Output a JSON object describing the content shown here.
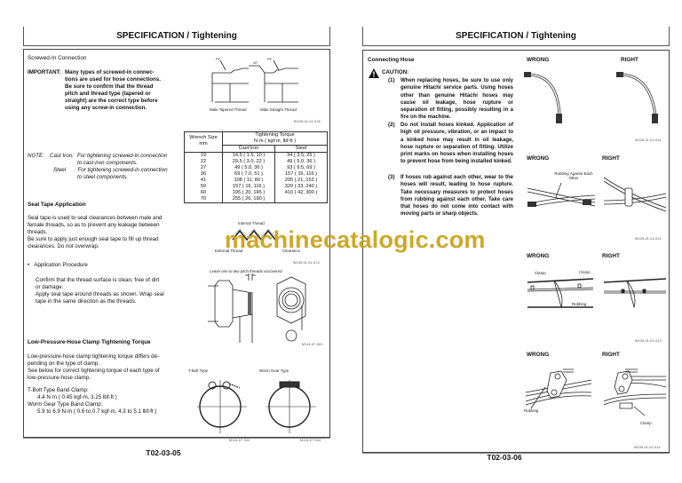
{
  "left_page": {
    "header": "SPECIFICATION / Tightening",
    "page_number": "T02-03-05",
    "screwed_in": {
      "title": "Screwed-In Connection",
      "important_label": "IMPORTANT:",
      "important_lines": [
        "Many types of screwed-in connec-",
        "tions are used for hose connections.",
        "Be sure to confirm that the thread",
        "pitch and thread type (tapered or",
        "straight) are the correct type before",
        "using any screw-in connection."
      ],
      "figure": {
        "label_pt": "PT",
        "label_pf": "PF",
        "angle": "30°",
        "caption_left": "Male Tapered Thread",
        "caption_right": "Male Straight Thread",
        "id": "W105-01-01-016"
      },
      "note_label": "NOTE:",
      "note_cast_iron_label": "Cast Iron:",
      "note_cast_iron_lines": [
        "For tightening screwed-in connection",
        "to cast-iron components."
      ],
      "note_steel_label": "Steel",
      "note_steel_lines": [
        ": For tightening screwed-in connection",
        "to steel components."
      ]
    },
    "torque_table": {
      "col_wrench": "Wrench Size",
      "col_wrench_unit": "mm",
      "col_torque": "Tightening Torque",
      "col_torque_unit": "N·m ( kgf-m, lbf-ft )",
      "col_cast_iron": "Cast Iron",
      "col_steel": "Steel",
      "rows": [
        {
          "size": "19",
          "cast_iron": "14.5 ( 1.5, 10 )",
          "steel": "34 ( 3.5, 25 )"
        },
        {
          "size": "22",
          "cast_iron": "29.5 ( 3.0, 22 )",
          "steel": "49 ( 5.0, 36 )"
        },
        {
          "size": "27",
          "cast_iron": "49 ( 5.0, 36 )",
          "steel": "93 ( 9.5, 69 )"
        },
        {
          "size": "36",
          "cast_iron": "69 ( 7.0, 51 )",
          "steel": "157 ( 16, 116 )"
        },
        {
          "size": "41",
          "cast_iron": "108 ( 11, 80 )",
          "steel": "205 ( 21, 152 )"
        },
        {
          "size": "50",
          "cast_iron": "157 ( 16, 116 )",
          "steel": "320 ( 33, 240 )"
        },
        {
          "size": "60",
          "cast_iron": "195 ( 20, 145 )",
          "steel": "410 ( 42, 300 )"
        },
        {
          "size": "70",
          "cast_iron": "255 ( 26, 190 )",
          "steel": ""
        }
      ]
    },
    "seal_tape": {
      "title": "Seal Tape Application",
      "para1": [
        "Seal tape is used to seal clearances between male and",
        "female threads, so as to prevent any leakage between",
        "threads."
      ],
      "para2": [
        "Be sure to apply just enough seal tape to fill up thread",
        "clearances. Do not overwrap."
      ],
      "bullet": "Application Procedure",
      "proc1": [
        "Confirm that the thread surface is clean, free of dirt",
        "or damage."
      ],
      "proc2": [
        "Apply seal tape around threads as shown. Wrap seal",
        "tape in the same direction as the threads."
      ],
      "thread_fig": {
        "internal": "Internal Thread",
        "external": "External Thread",
        "clearance": "Clearance",
        "id": "W105-01-01-019"
      },
      "wrap_fig": {
        "caption": "Leave one to two pitch threads uncovered",
        "id": "M114-07-041"
      }
    },
    "clamp": {
      "title": "Low-Pressure-Hose Clamp Tightening Torque",
      "para": [
        "Low-pressure-hose clamp tightening torque differs de-",
        "pending on the type of clamp.",
        "See below for correct tightening torque of each type of",
        "low-pressure-hose clamp."
      ],
      "tbolt_label": "T-Bolt Type Band Clamp:",
      "tbolt_value": "4.4  N·m ( 0.45  kgf-m, 3.25  lbf-ft )",
      "worm_label": "Worm Gear Type Band Clamp:",
      "worm_value": "5.9 to 6.9  N·m ( 0.6 to 0.7  kgf-m, 4.3 to 5.1  lbf-ft )",
      "fig_tbolt": {
        "caption": "T-Bolt Type",
        "id": "M114-07-042"
      },
      "fig_worm": {
        "caption": "Worm Gear Type",
        "id": "M114-07-043"
      }
    }
  },
  "right_page": {
    "header": "SPECIFICATION / Tightening",
    "page_number": "T02-03-06",
    "section_title": "Connecting Hose",
    "caution_label": "CAUTION:",
    "items": [
      {
        "num": "(1)",
        "text": "When replacing hoses, be sure to use only genuine Hitachi service parts. Using hoses other than genuine Hitachi hoses may cause oil leakage, hose rupture or separation of fitting, possibly resulting in a fire on the machine."
      },
      {
        "num": "(2)",
        "text": "Do not install hoses kinked. Application of high oil pressure, vibration, or an impact to a kinked hose may result in oil leakage, hose rupture or separation of fitting. Utilize print marks on hoses when installing hoses to prevent hose from being installed kinked."
      },
      {
        "num": "(3)",
        "text": "If hoses rub against each other, wear to the hoses will result, leading to hose rupture. Take necessary measures to protect hoses from rubbing against each other. Take care that hoses do not come into contact with moving parts or sharp objects."
      }
    ],
    "figures": [
      {
        "wrong": "WRONG",
        "right": "RIGHT",
        "id": "W105-01-01-011"
      },
      {
        "wrong": "WRONG",
        "right": "RIGHT",
        "callout": "Rubbing Against Each Other",
        "id": "W105-01-01-012"
      },
      {
        "wrong": "WRONG",
        "right": "RIGHT",
        "callout_clamp_a": "Clamp",
        "callout_clamp_b": "Clamp",
        "callout_rubbing": "Rubbing",
        "id": "W105-01-01-013"
      },
      {
        "wrong": "WRONG",
        "right": "RIGHT",
        "callout_rubbing": "Rubbing",
        "callout_clamp": "Clamp",
        "id": "W105-01-01-014"
      }
    ]
  },
  "watermark": "machinecatalogic.com",
  "colors": {
    "watermark": "#c9a11a",
    "ink": "#111111",
    "border": "#444444"
  }
}
